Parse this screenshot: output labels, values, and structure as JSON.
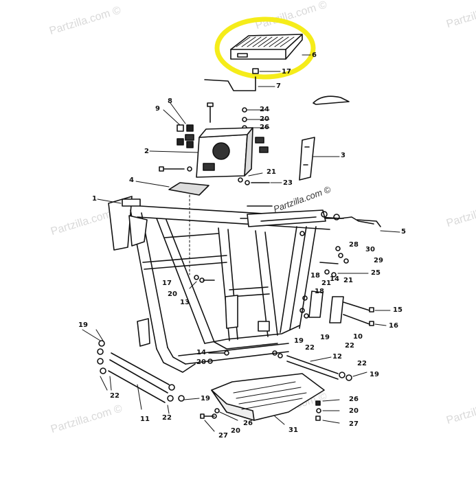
{
  "watermarks": {
    "w1": "Partzilla.com ©",
    "w2": "Partzilla.com ©",
    "w3": "Partzilla.com ©",
    "w4": "Partzilla.com ©",
    "w5": "Partzilla.com ©",
    "w6": "Partzilla.com ©",
    "w7": "Partzilla.com ©",
    "w8": "Partzilla.com ©"
  },
  "frame_stamp": "Partzilla.com ©",
  "highlight_color": "#f5ec1a",
  "callouts": {
    "c6": "6",
    "c17a": "17",
    "c7": "7",
    "c8": "8",
    "c9": "9",
    "c24": "24",
    "c20a": "20",
    "c26a": "26",
    "c2": "2",
    "c3": "3",
    "c21a": "21",
    "c23": "23",
    "c4": "4",
    "c1": "1",
    "c5": "5",
    "c28": "28",
    "c30": "30",
    "c29": "29",
    "c25": "25",
    "c14a": "14",
    "c21b": "21",
    "c17b": "17",
    "c20b": "20",
    "c13": "13",
    "c18": "18",
    "c21c": "21",
    "c18b": "18",
    "c15": "15",
    "c16": "16",
    "c10": "10",
    "c19a": "19",
    "c22a": "22",
    "c19b": "19",
    "c22b": "22",
    "c14b": "14",
    "c20c": "20",
    "c12": "12",
    "c22c": "22",
    "c19c": "19",
    "c19d": "19",
    "c22d": "22",
    "c11": "11",
    "c22e": "22",
    "c19e": "19",
    "c26b": "26",
    "c20d": "20",
    "c27a": "27",
    "c26c": "26",
    "c20e": "20",
    "c27b": "27",
    "c31": "31"
  }
}
